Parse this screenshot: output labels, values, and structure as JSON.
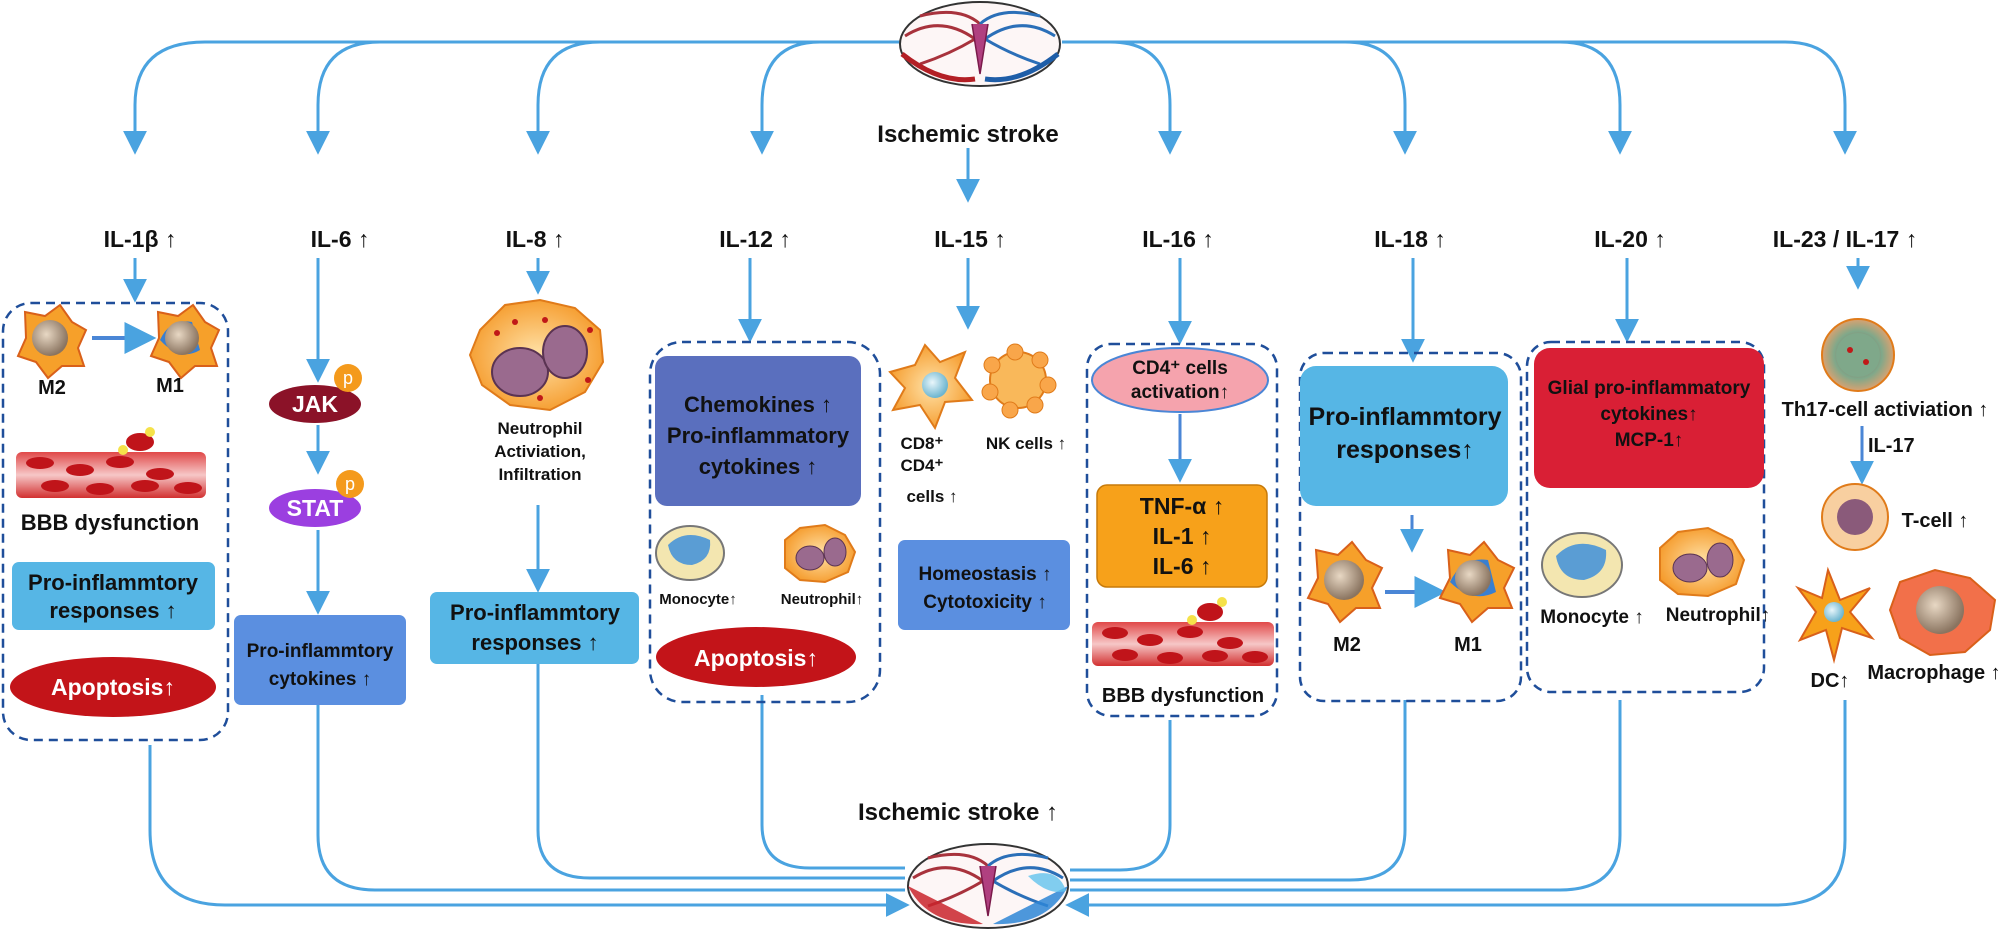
{
  "top_title": "Ischemic stroke",
  "bottom_title": "Ischemic stroke ↑",
  "colors": {
    "arrow": "#4aa3e0",
    "box_blue_light": "#56b6e5",
    "box_blue_mid": "#5b8fe0",
    "box_blue_dark": "#5a6fbe",
    "box_orange": "#f7a11a",
    "box_red": "#d91f35",
    "ellipse_red": "#c31419",
    "ellipse_pink": "#f5a3ad",
    "jak": "#8b1228",
    "stat": "#9b3fe0",
    "phospho": "#f49a1c",
    "dashed": "#1f4e9a"
  },
  "il1b": {
    "label": "IL-1β ↑",
    "m2": "M2",
    "m1": "M1",
    "bbb": "BBB dysfunction",
    "pro": [
      "Pro-inflammtory",
      "responses ↑"
    ],
    "apoptosis": "Apoptosis↑"
  },
  "il6": {
    "label": "IL-6 ↑",
    "jak": "JAK",
    "stat": "STAT",
    "p": "p",
    "pro": [
      "Pro-inflammtory",
      "cytokines ↑"
    ]
  },
  "il8": {
    "label": "IL-8 ↑",
    "cell_text": [
      "Neutrophil",
      "Activiation,",
      "Infiltration"
    ],
    "pro": [
      "Pro-inflammtory",
      "responses ↑"
    ]
  },
  "il12": {
    "label": "IL-12 ↑",
    "box": [
      "Chemokines ↑",
      "Pro-inflammatory",
      "cytokines ↑"
    ],
    "monocyte": "Monocyte↑",
    "neutrophil": "Neutrophil↑",
    "apoptosis": "Apoptosis↑"
  },
  "il15": {
    "label": "IL-15 ↑",
    "cd8": "CD8⁺",
    "cd4": "CD4⁺",
    "cells": "cells ↑",
    "nk": "NK cells ↑",
    "box": [
      "Homeostasis ↑",
      "Cytotoxicity ↑"
    ]
  },
  "il16": {
    "label": "IL-16 ↑",
    "ellipse": [
      "CD4⁺ cells",
      "activation↑"
    ],
    "box": [
      "TNF-α ↑",
      "IL-1 ↑",
      "IL-6 ↑"
    ],
    "bbb": "BBB dysfunction"
  },
  "il18": {
    "label": "IL-18 ↑",
    "box": [
      "Pro-inflammtory",
      "responses↑"
    ],
    "m2": "M2",
    "m1": "M1"
  },
  "il20": {
    "label": "IL-20 ↑",
    "box": [
      "Glial pro-inflammatory",
      "cytokines↑",
      "MCP-1↑"
    ],
    "monocyte": "Monocyte ↑",
    "neutrophil": "Neutrophil↑"
  },
  "il23": {
    "label": "IL-23 / IL-17 ↑",
    "th17": "Th17-cell activiation ↑",
    "il17": "IL-17",
    "tcell": "T-cell ↑",
    "dc": "DC↑",
    "macrophage": "Macrophage ↑"
  }
}
